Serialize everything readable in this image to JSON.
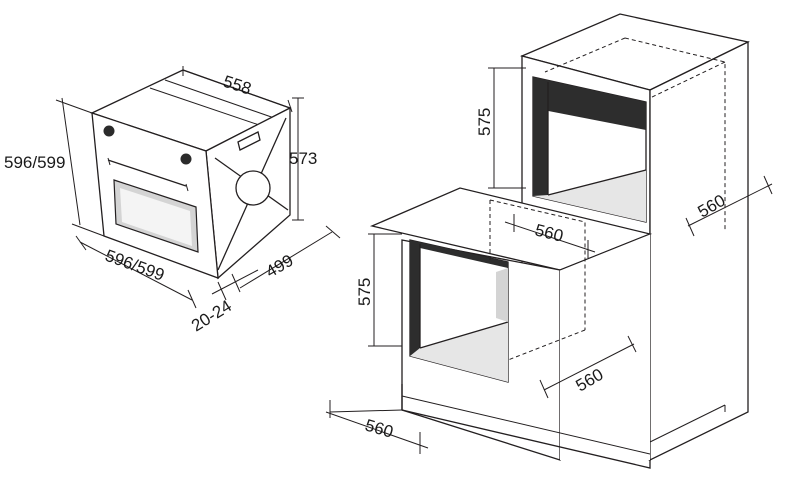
{
  "oven": {
    "height": "596/599",
    "width": "596/599",
    "depth_top": "558",
    "side_height": "573",
    "side_depth": "499",
    "door_offset": "20-24"
  },
  "upper_cabinet": {
    "opening_height": "575",
    "opening_width": "560",
    "opening_depth": "560"
  },
  "lower_cabinet": {
    "opening_height": "575",
    "opening_depth": "560",
    "opening_width": "560"
  }
}
